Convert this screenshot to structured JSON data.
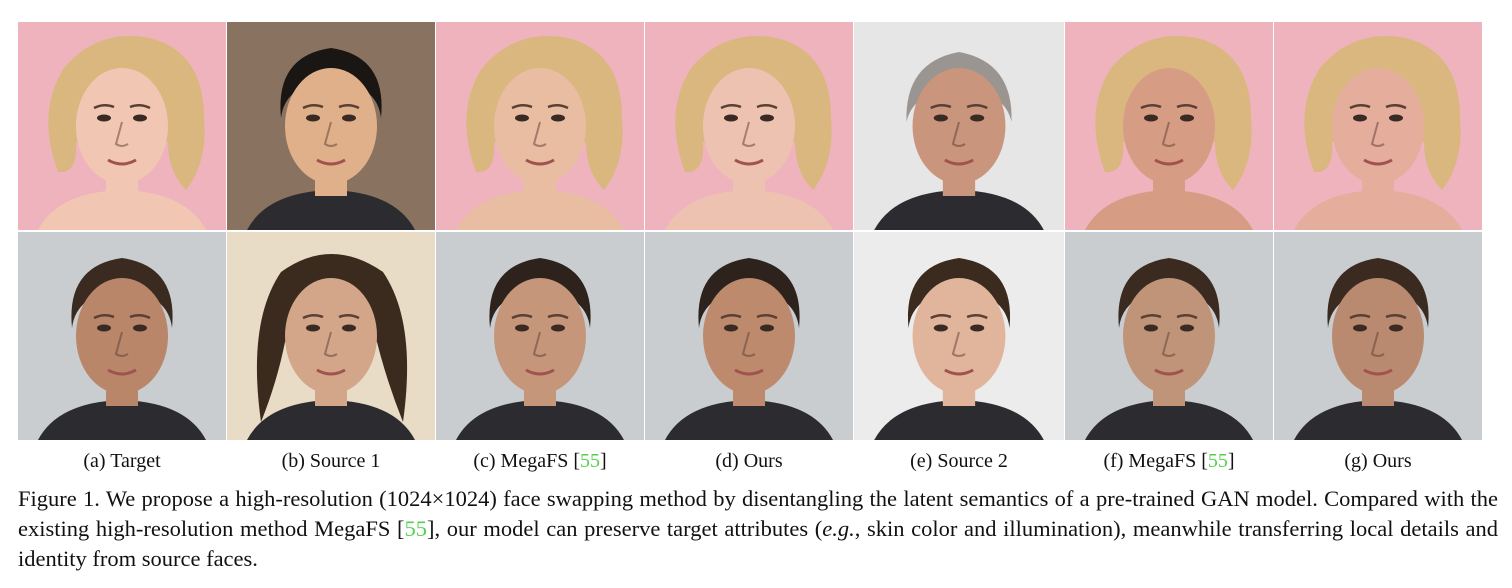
{
  "panels": [
    {
      "label": "(a) Target",
      "ref": ""
    },
    {
      "label": "(b) Source 1",
      "ref": ""
    },
    {
      "label": "(c) MegaFS [",
      "ref": "55",
      "tail": "]"
    },
    {
      "label": "(d) Ours",
      "ref": ""
    },
    {
      "label": "(e) Source 2",
      "ref": ""
    },
    {
      "label": "(f) MegaFS [",
      "ref": "55",
      "tail": "]"
    },
    {
      "label": "(g) Ours",
      "ref": ""
    }
  ],
  "caption": {
    "part1": "Figure 1. We propose a high-resolution (1024×1024) face swapping method by disentangling the latent semantics of a pre-trained GAN model. Compared with the existing high-resolution method MegaFS [",
    "ref": "55",
    "part2": "], our model can preserve target attributes (",
    "italic": "e.g.",
    "part3": ", skin color and illumination), meanwhile transferring local details and identity from source faces."
  },
  "colors": {
    "pink_bg": "#efb3bd",
    "gray_bg": "#c9cdd0",
    "link_green": "#52d24a"
  },
  "faces": {
    "row0": [
      {
        "bg": "#efb3bd",
        "skin": "#f1c7b4",
        "hair": "#d9b77f",
        "style": "blonde-bob"
      },
      {
        "bg": "#8a7260",
        "skin": "#e0b08a",
        "hair": "#1a1614",
        "style": "short-dark"
      },
      {
        "bg": "#efb3bd",
        "skin": "#e9bda2",
        "hair": "#d9b77f",
        "style": "blonde-bob"
      },
      {
        "bg": "#efb3bd",
        "skin": "#eec2b0",
        "hair": "#d9b77f",
        "style": "blonde-bob"
      },
      {
        "bg": "#e6e6e6",
        "skin": "#c9957c",
        "hair": "#9a9590",
        "style": "bald-gray"
      },
      {
        "bg": "#efb3bd",
        "skin": "#d79c84",
        "hair": "#d9b77f",
        "style": "blonde-bob"
      },
      {
        "bg": "#efb3bd",
        "skin": "#e4ad9c",
        "hair": "#d9b77f",
        "style": "blonde-bob"
      }
    ],
    "row1": [
      {
        "bg": "#c9cdd0",
        "skin": "#b9866a",
        "hair": "#3a2a20",
        "style": "short-dark"
      },
      {
        "bg": "#e8dcc6",
        "skin": "#d3a68a",
        "hair": "#3b2a1e",
        "style": "long-dark"
      },
      {
        "bg": "#c9cdd0",
        "skin": "#c5967a",
        "hair": "#2d221c",
        "style": "short-dark"
      },
      {
        "bg": "#c9cdd0",
        "skin": "#bd8a6e",
        "hair": "#2d221c",
        "style": "short-dark"
      },
      {
        "bg": "#ececec",
        "skin": "#e1b59c",
        "hair": "#3b2a1e",
        "style": "short-dark"
      },
      {
        "bg": "#c9cdd0",
        "skin": "#bf9479",
        "hair": "#3a2a20",
        "style": "short-dark"
      },
      {
        "bg": "#c9cdd0",
        "skin": "#b98a6f",
        "hair": "#3a2a20",
        "style": "short-dark"
      }
    ]
  }
}
